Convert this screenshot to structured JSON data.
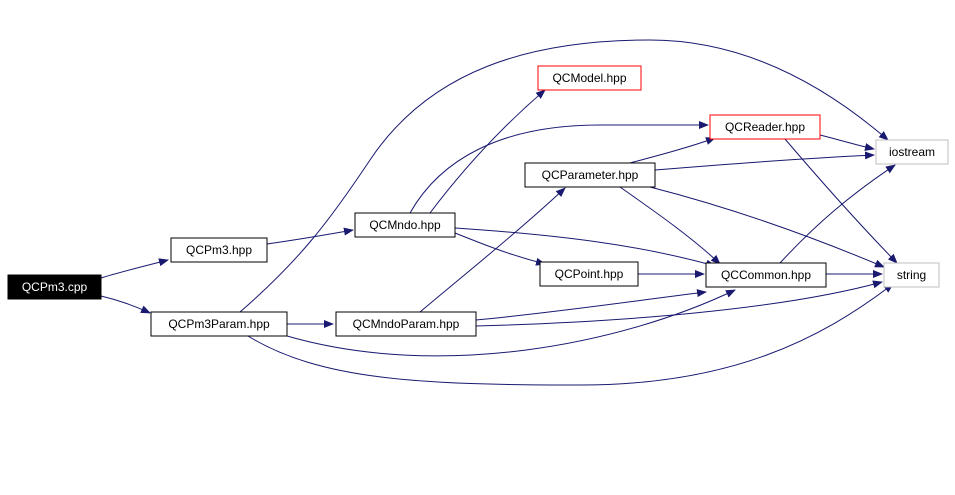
{
  "diagram": {
    "type": "include-dependency-graph",
    "colors": {
      "edge": "#191970",
      "node_border_default": "#000000",
      "node_border_highlight": "#ff0000",
      "node_border_external": "#bfbfbf",
      "root_fill": "#000000",
      "root_text": "#ffffff",
      "text": "#000000"
    },
    "nodes": [
      {
        "id": "qcpm3_cpp",
        "label": "QCPm3.cpp",
        "style": "root"
      },
      {
        "id": "qcpm3_hpp",
        "label": "QCPm3.hpp",
        "style": "default"
      },
      {
        "id": "qcpm3param_hpp",
        "label": "QCPm3Param.hpp",
        "style": "default"
      },
      {
        "id": "qcmndo_hpp",
        "label": "QCMndo.hpp",
        "style": "default"
      },
      {
        "id": "qcmndoparam_hpp",
        "label": "QCMndoParam.hpp",
        "style": "default"
      },
      {
        "id": "qcmodel_hpp",
        "label": "QCModel.hpp",
        "style": "highlight"
      },
      {
        "id": "qcparameter_hpp",
        "label": "QCParameter.hpp",
        "style": "default"
      },
      {
        "id": "qcpoint_hpp",
        "label": "QCPoint.hpp",
        "style": "default"
      },
      {
        "id": "qcreader_hpp",
        "label": "QCReader.hpp",
        "style": "highlight"
      },
      {
        "id": "qccommon_hpp",
        "label": "QCCommon.hpp",
        "style": "default"
      },
      {
        "id": "iostream",
        "label": "iostream",
        "style": "external"
      },
      {
        "id": "string",
        "label": "string",
        "style": "external"
      }
    ],
    "edges": [
      {
        "from": "qcpm3_cpp",
        "to": "qcpm3_hpp"
      },
      {
        "from": "qcpm3_cpp",
        "to": "qcpm3param_hpp"
      },
      {
        "from": "qcpm3_hpp",
        "to": "qcmndo_hpp"
      },
      {
        "from": "qcpm3param_hpp",
        "to": "qcmndoparam_hpp"
      },
      {
        "from": "qcpm3param_hpp",
        "to": "iostream"
      },
      {
        "from": "qcpm3param_hpp",
        "to": "qccommon_hpp"
      },
      {
        "from": "qcpm3param_hpp",
        "to": "string"
      },
      {
        "from": "qcmndo_hpp",
        "to": "qcmodel_hpp"
      },
      {
        "from": "qcmndo_hpp",
        "to": "qcreader_hpp"
      },
      {
        "from": "qcmndo_hpp",
        "to": "qcpoint_hpp"
      },
      {
        "from": "qcmndo_hpp",
        "to": "qccommon_hpp"
      },
      {
        "from": "qcmndoparam_hpp",
        "to": "qcparameter_hpp"
      },
      {
        "from": "qcmndoparam_hpp",
        "to": "qccommon_hpp"
      },
      {
        "from": "qcmndoparam_hpp",
        "to": "string"
      },
      {
        "from": "qcparameter_hpp",
        "to": "qcreader_hpp"
      },
      {
        "from": "qcparameter_hpp",
        "to": "iostream"
      },
      {
        "from": "qcparameter_hpp",
        "to": "qccommon_hpp"
      },
      {
        "from": "qcparameter_hpp",
        "to": "string"
      },
      {
        "from": "qcpoint_hpp",
        "to": "qccommon_hpp"
      },
      {
        "from": "qcreader_hpp",
        "to": "iostream"
      },
      {
        "from": "qcreader_hpp",
        "to": "string"
      },
      {
        "from": "qccommon_hpp",
        "to": "iostream"
      },
      {
        "from": "qccommon_hpp",
        "to": "string"
      }
    ]
  }
}
